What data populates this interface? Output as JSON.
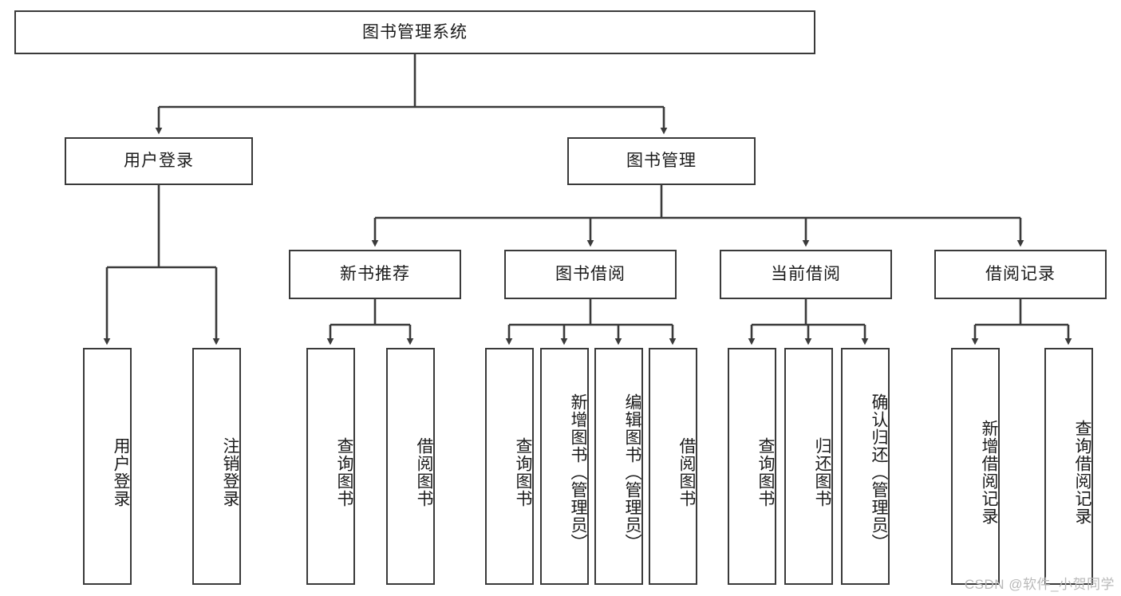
{
  "diagram": {
    "type": "tree",
    "title": "图书管理系统",
    "orientation": "top-down",
    "colors": {
      "stroke": "#3a3a3a",
      "fill": "#ffffff",
      "text": "#1b1b1b",
      "watermark": "#b9b9b9"
    },
    "levels": 4
  },
  "root": {
    "label": "图书管理系统"
  },
  "level2": [
    {
      "label": "用户登录"
    },
    {
      "label": "图书管理"
    }
  ],
  "level3": [
    {
      "label": "新书推荐"
    },
    {
      "label": "图书借阅"
    },
    {
      "label": "当前借阅"
    },
    {
      "label": "借阅记录"
    }
  ],
  "leaves": {
    "user_login": [
      {
        "label": "用户登录"
      },
      {
        "label": "注销登录"
      }
    ],
    "new_book_recommend": [
      {
        "label": "查询图书"
      },
      {
        "label": "借阅图书"
      }
    ],
    "book_borrow": [
      {
        "label": "查询图书"
      },
      {
        "label": "新增图书（管理员）"
      },
      {
        "label": "编辑图书（管理员）"
      },
      {
        "label": "借阅图书"
      }
    ],
    "current_borrow": [
      {
        "label": "查询图书"
      },
      {
        "label": "归还图书"
      },
      {
        "label": "确认归还（管理员）"
      }
    ],
    "borrow_record": [
      {
        "label": "新增借阅记录"
      },
      {
        "label": "查询借阅记录"
      }
    ]
  },
  "watermark": {
    "text": "CSDN @软件_小贺同学"
  }
}
